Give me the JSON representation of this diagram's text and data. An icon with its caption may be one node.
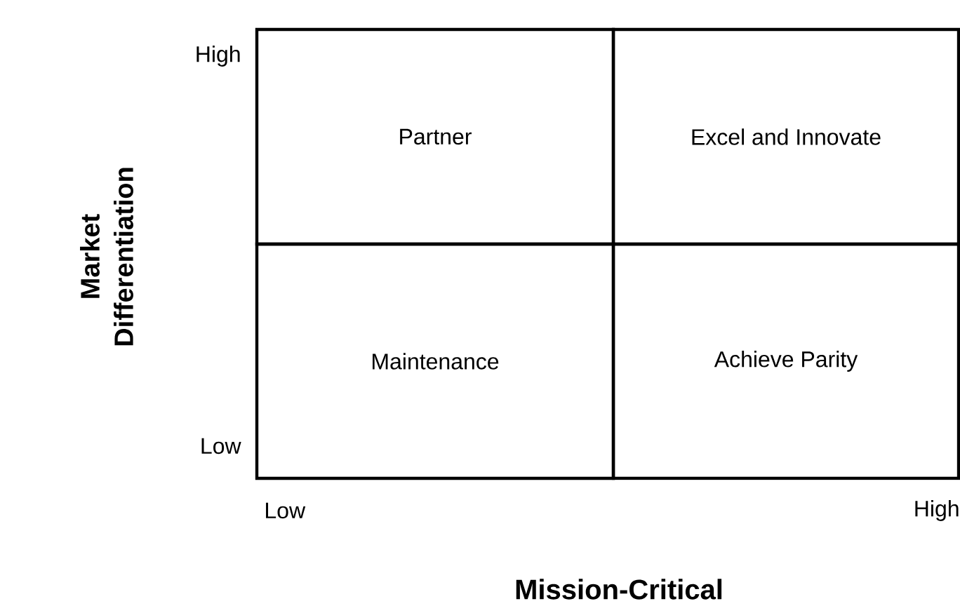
{
  "diagram": {
    "nodes": [
      {
        "text": [
          "Partner"
        ]
      },
      {
        "text": [
          "Excel and Innovate"
        ]
      },
      {
        "text": [
          "Maintenance"
        ]
      },
      {
        "text": [
          "Achieve Parity"
        ]
      }
    ],
    "labels": [
      "High",
      "Low",
      "Low",
      "High",
      "Market Differentiation",
      "Mission-Critical"
    ]
  }
}
